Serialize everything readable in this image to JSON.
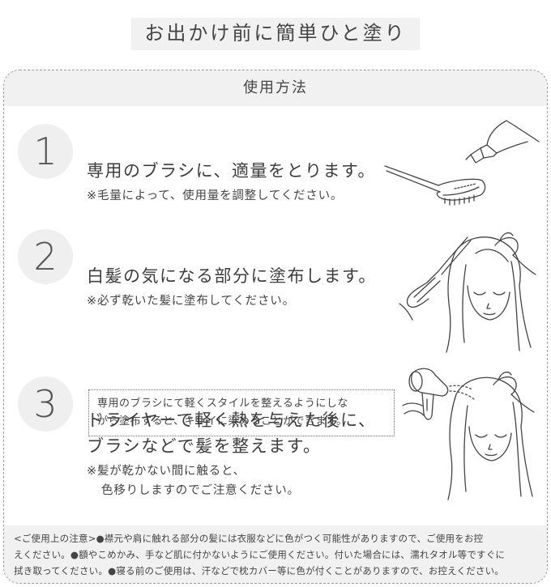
{
  "title": "お出かけ前に簡単ひと塗り",
  "panel_heading": "使用方法",
  "steps": [
    {
      "number": "1",
      "main": "専用のブラシに、適量をとります。",
      "sub": "※毛量によって、使用量を調整してください。",
      "icon": "brush-and-tube-icon"
    },
    {
      "number": "2",
      "main": "白髪の気になる部分に塗布します。",
      "sub": "※必ず乾いた髪に塗布してください。",
      "tip_line1": "専用のブラシにて軽くスタイルを整えるようにしな",
      "tip_line2": "がら塗布すると、キレイに染めることができます。",
      "icon": "woman-applying-brush-icon"
    },
    {
      "number": "3",
      "main_line1": "ドライヤーで軽く熱を与えた後に、",
      "main_line2": "ブラシなどで髪を整えます。",
      "sub_line1": "※髪が乾かない間に触ると、",
      "sub_line2": "色移りしますのでご注意ください。",
      "icon": "woman-with-hairdryer-icon"
    }
  ],
  "notes": {
    "line1": "<ご使用上の注意>●襟元や肩に触れる部分の髪には衣服などに色がつく可能性がありますので、ご使用をお控",
    "line2": "えください。●額やこめかみ、手など肌に付かないようにご使用ください。付いた場合には、濡れタオル等ですぐに",
    "line3": "拭き取ってください。●寝る前のご使用は、汗などで枕カバー等に色が付くことがありますので、お控えください。"
  }
}
